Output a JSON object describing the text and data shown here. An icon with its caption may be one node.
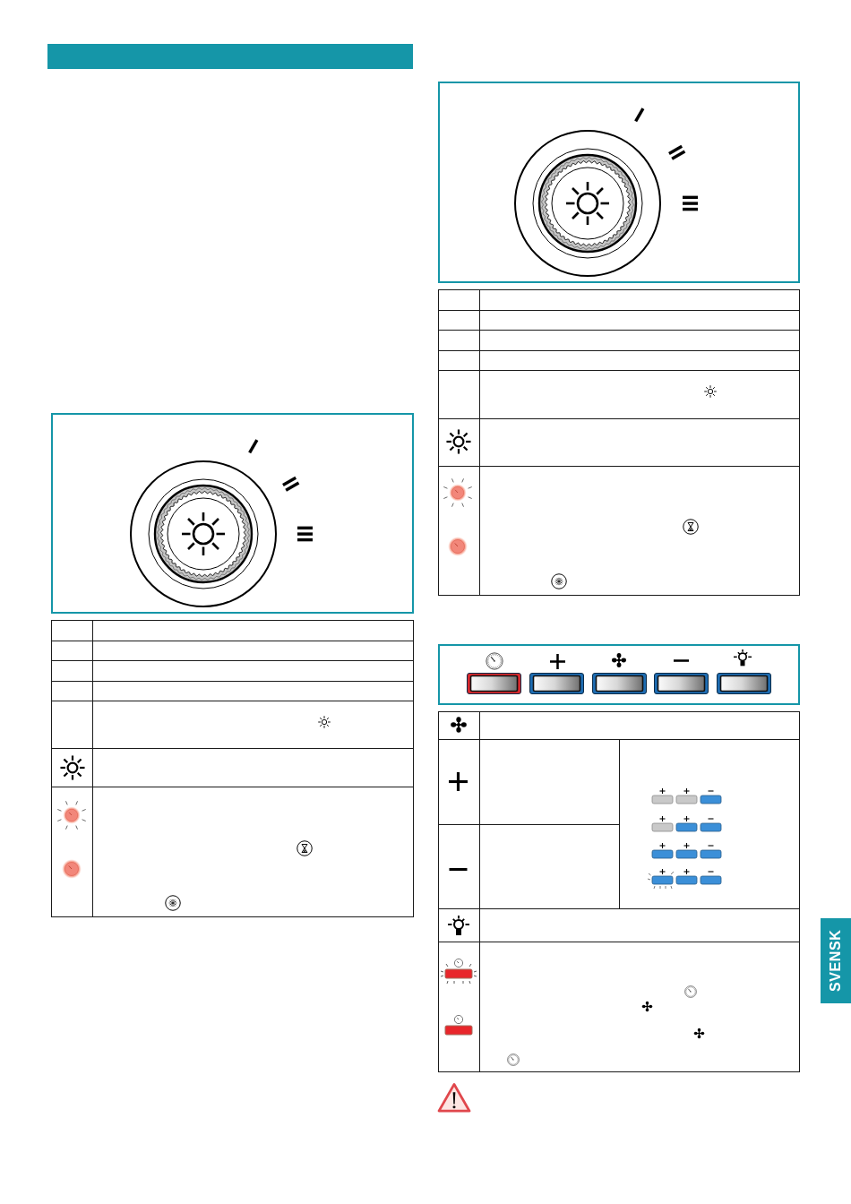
{
  "diagram": {
    "labels": [
      "I",
      "II",
      "III",
      "I",
      "II",
      "III",
      "SVENSK"
    ]
  }
}
